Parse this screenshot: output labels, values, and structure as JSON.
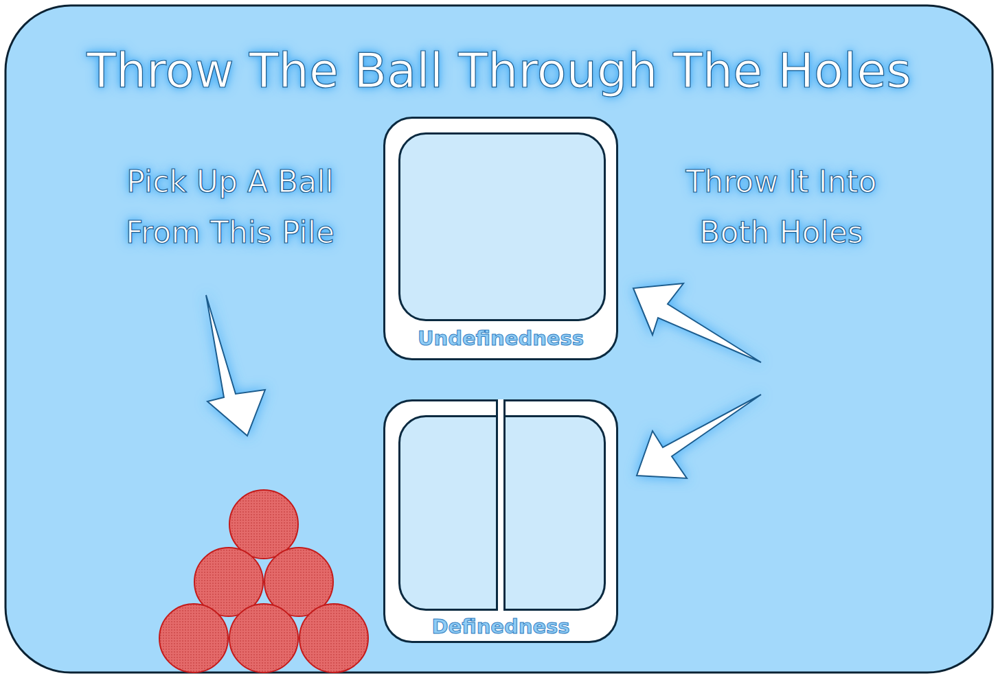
{
  "diagram": {
    "title": "Throw The Ball Through The Holes",
    "nodes": [
      {
        "text": [
          "Undefinedness"
        ]
      },
      {
        "text": [
          "Definedness"
        ]
      }
    ],
    "labels": [
      "Pick Up A Ball From This Pile",
      "Throw It Into Both Holes"
    ]
  }
}
